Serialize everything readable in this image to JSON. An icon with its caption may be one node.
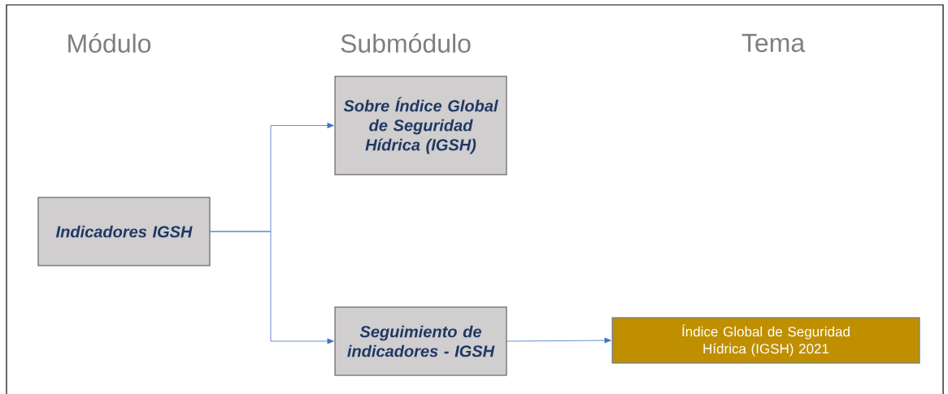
{
  "diagram": {
    "nodes": [
      {
        "text": [
          "Indicadores IGSH"
        ]
      },
      {
        "text": [
          "Sobre Índice Global de Seguridad Hídrica (IGSH)"
        ]
      },
      {
        "text": [
          "Seguimiento de indicadores - IGSH"
        ]
      },
      {
        "text": [
          "Índice Global de Seguridad Hídrica (IGSH) 2021"
        ]
      }
    ],
    "edges": [
      {
        "from": 0,
        "to": 1,
        "arrow": "to"
      },
      {
        "from": 0,
        "to": 2,
        "arrow": "to"
      },
      {
        "from": 2,
        "to": 3,
        "arrow": "to"
      }
    ],
    "labels": [
      "Módulo",
      "Submódulo",
      "Tema"
    ]
  }
}
